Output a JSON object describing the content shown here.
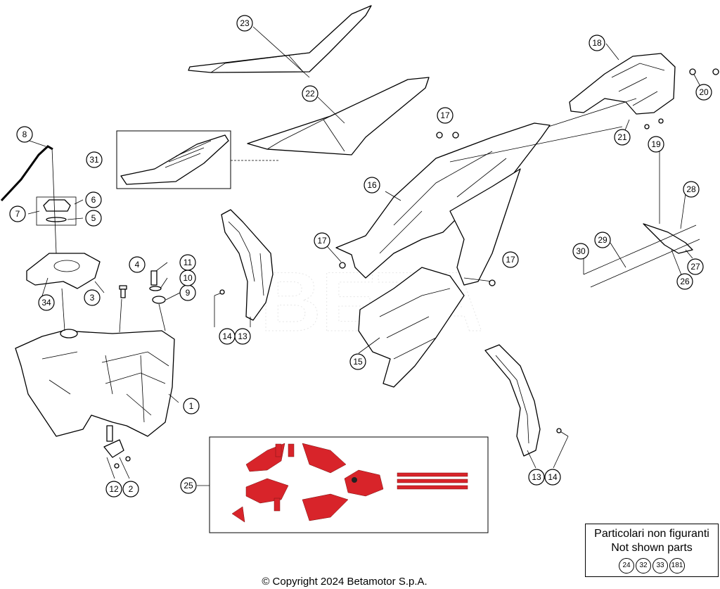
{
  "callouts": [
    "1",
    "2",
    "3",
    "4",
    "5",
    "6",
    "7",
    "8",
    "9",
    "10",
    "11",
    "12",
    "13",
    "14",
    "15",
    "16",
    "17",
    "18",
    "19",
    "20",
    "21",
    "22",
    "23",
    "24",
    "25",
    "26",
    "27",
    "28",
    "29",
    "30",
    "31",
    "32",
    "33",
    "34",
    "181"
  ],
  "legend": {
    "title": "Particolari non figuranti",
    "subtitle": "Not shown parts",
    "parts": [
      "24",
      "32",
      "33",
      "181"
    ]
  },
  "footer": {
    "copyright": "© Copyright 2024 Betamotor S.p.A."
  },
  "colors": {
    "decal_red": "#d8242a",
    "line": "#000000"
  }
}
